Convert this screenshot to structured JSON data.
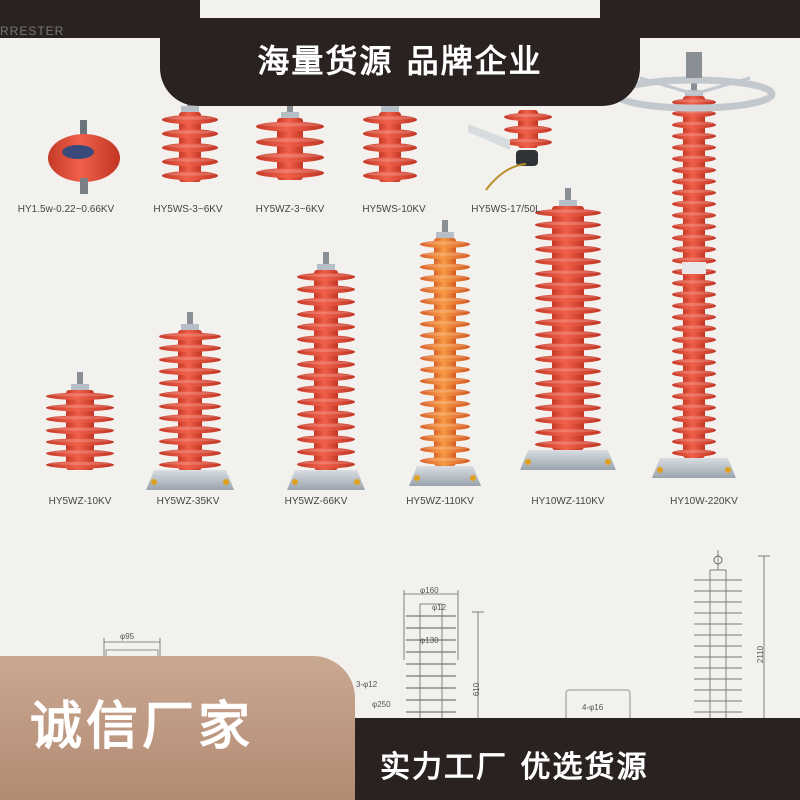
{
  "banner": {
    "title": "海量货源 品牌企业",
    "partial_word": "RRESTER"
  },
  "products": [
    {
      "model": "HY1.5w-0.22~0.66KV"
    },
    {
      "model": "HY5WS-3~6KV"
    },
    {
      "model": "HY5WZ-3~6KV"
    },
    {
      "model": "HY5WS-10KV"
    },
    {
      "model": "HY5WS-17/50L"
    },
    {
      "model": "HY5WZ-10KV"
    },
    {
      "model": "HY5WZ-35KV"
    },
    {
      "model": "HY5WZ-66KV"
    },
    {
      "model": "HY5WZ-110KV"
    },
    {
      "model": "HY10WZ-110KV"
    },
    {
      "model": "HY10W-220KV"
    }
  ],
  "drawing_labels": {
    "d95": "φ95",
    "d160": "φ160",
    "d12a": "φ12",
    "d130": "φ130",
    "d12b": "3-φ12",
    "d250": "φ250",
    "h610": "610",
    "d16": "4-φ16",
    "h2110": "2110"
  },
  "slogans": {
    "left": "诚信厂家",
    "right": "实力工厂   优选货源"
  },
  "colors": {
    "arrester_orange": "#e8553a",
    "arrester_orange_light": "#f07a3a",
    "dark_band": "#2a2220",
    "beige_panel": "#c2a08a",
    "background": "#f3f1ee"
  }
}
